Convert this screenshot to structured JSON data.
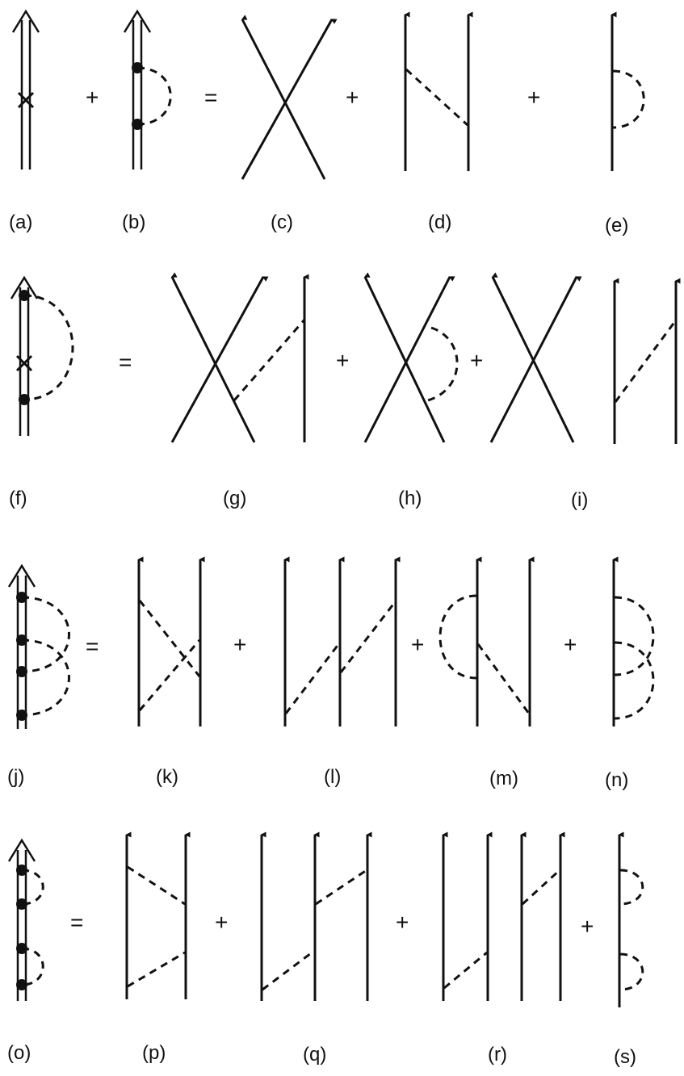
{
  "operators": {
    "plus": "+",
    "equals": "="
  },
  "labels": {
    "a": "(a)",
    "b": "(b)",
    "c": "(c)",
    "d": "(d)",
    "e": "(e)",
    "f": "(f)",
    "g": "(g)",
    "h": "(h)",
    "i": "(i)",
    "j": "(j)",
    "k": "(k)",
    "l": "(l)",
    "m": "(m)",
    "n": "(n)",
    "o": "(o)",
    "p": "(p)",
    "q": "(q)",
    "r": "(r)",
    "s": "(s)"
  }
}
